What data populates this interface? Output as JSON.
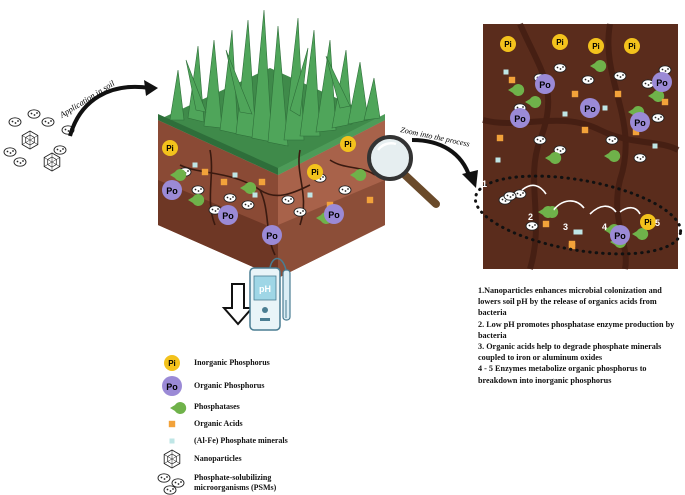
{
  "labels": {
    "application": "Application in soil",
    "zoom": "Zoom into the process",
    "ph_meter": "pH",
    "pi": "Pi",
    "po": "Po",
    "step_numbers": [
      "1",
      "2",
      "3",
      "4",
      "5"
    ]
  },
  "steps": [
    "1.Nanoparticles enhances microbial colonization and lowers soil pH by the release of organics acids from bacteria",
    "2. Low pH promotes phosphatase enzyme production by bacteria",
    "3. Organic acids help to degrade phosphate minerals coupled to iron or aluminum oxides",
    "4 - 5 Enzymes metabolize organic phosphorus to breakdown into inorganic phosphorus"
  ],
  "legend": [
    {
      "icon": "inorganic-phosphorus-icon",
      "label": "Inorganic Phosphorus"
    },
    {
      "icon": "organic-phosphorus-icon",
      "label": "Organic Phosphorus"
    },
    {
      "icon": "phosphatase-icon",
      "label": "Phosphatases"
    },
    {
      "icon": "organic-acid-icon",
      "label": "Organic Acids"
    },
    {
      "icon": "phosphate-mineral-icon",
      "label": "(Al-Fe) Phosphate minerals"
    },
    {
      "icon": "nanoparticle-icon",
      "label": "Nanoparticles"
    },
    {
      "icon": "psm-icon",
      "label": "Phosphate-solubilizing microorganisms (PSMs)"
    }
  ],
  "colors": {
    "soil_dark": "#5a2c1c",
    "soil_mid": "#8a4a35",
    "soil_light": "#a8624a",
    "grass": "#3f8a4a",
    "pi_yellow": "#f3c21c",
    "po_purple": "#9b8ad6",
    "phosphatase_green": "#6fb24a",
    "acid_orange": "#f2a23a",
    "mineral_blue": "#bfe6e6"
  }
}
